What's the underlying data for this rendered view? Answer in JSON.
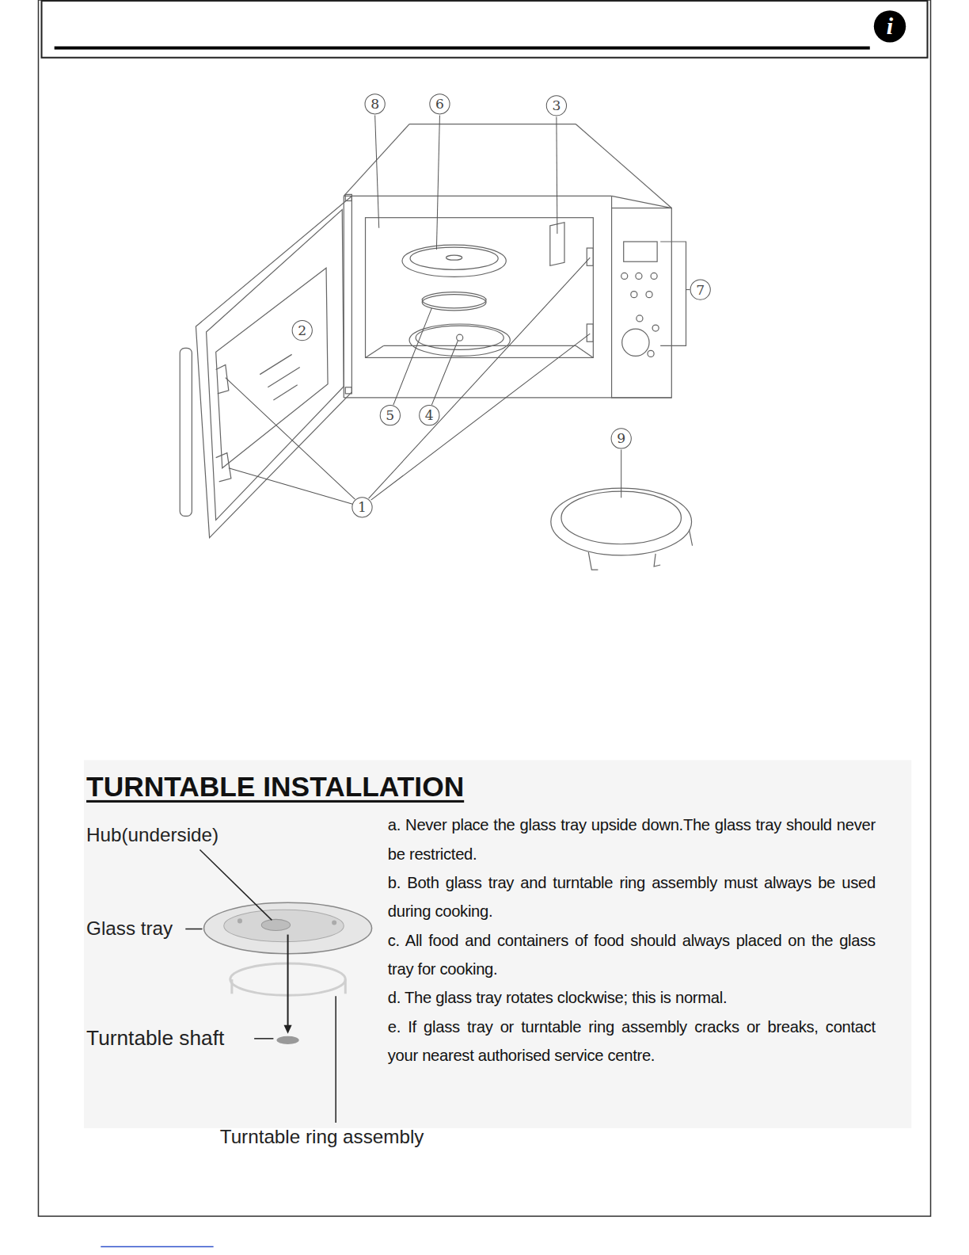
{
  "diagram": {
    "title": "TURNTABLE INSTALLATION",
    "nodes": [
      {
        "text": [
          "i"
        ]
      },
      {
        "text": [
          "8"
        ]
      },
      {
        "text": [
          "6"
        ]
      },
      {
        "text": [
          "3"
        ]
      },
      {
        "text": [
          "7"
        ]
      },
      {
        "text": [
          "2"
        ]
      },
      {
        "text": [
          "5"
        ]
      },
      {
        "text": [
          "4"
        ]
      },
      {
        "text": [
          "9"
        ]
      },
      {
        "text": [
          "1"
        ]
      }
    ],
    "labels": [
      "Hub(underside)",
      "Glass tray",
      "Turntable shaft",
      "Turntable ring assembly",
      "a. Never place the glass tray upside down.The glass tray should never be restricted.",
      "b. Both glass tray and turntable ring assembly must always be used during cooking.",
      "c. All food and containers of food should always placed on the glass tray for cooking.",
      "d. The glass tray rotates clockwise; this is normal.",
      "e. If glass tray or turntable ring assembly cracks or breaks, contact your nearest authorised service centre."
    ]
  }
}
